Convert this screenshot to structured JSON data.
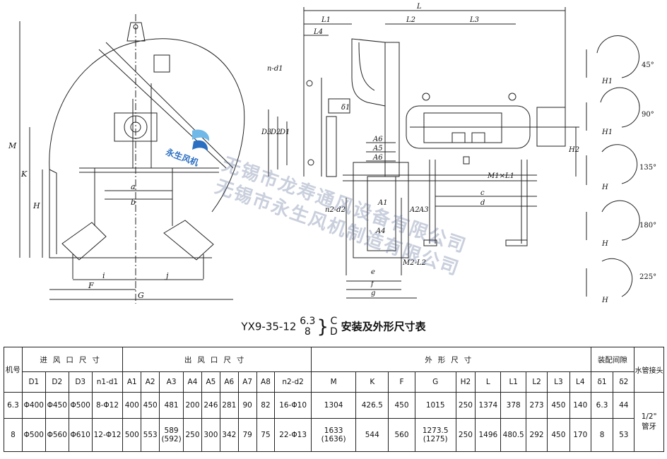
{
  "drawing": {
    "front_labels": [
      "M",
      "K",
      "H",
      "a",
      "b",
      "i",
      "j",
      "F",
      "G"
    ],
    "side_labels": [
      "L",
      "L1",
      "L2",
      "L3",
      "L4",
      "n-d1",
      "δ1",
      "D3",
      "D2",
      "D1",
      "A6",
      "A5",
      "A6",
      "M1×L1",
      "H2",
      "c",
      "d",
      "n2-d2",
      "A1",
      "A2",
      "A3",
      "A4",
      "M2-L2",
      "e",
      "f",
      "g"
    ],
    "angle_labels": [
      "45°",
      "90°",
      "135°",
      "180°",
      "225°"
    ],
    "angle_h_labels": [
      "H1",
      "H1",
      "H",
      "H",
      "H"
    ]
  },
  "watermark_lines": [
    "无锡市龙寿通风设备有限公司",
    "无锡市永生风机制造有限公司"
  ],
  "logo_text": "永生风机",
  "caption": {
    "model": "YX9-35-12",
    "num_top": "6.3",
    "num_bottom": "8",
    "let_top": "C",
    "let_bottom": "D",
    "title": "安装及外形尺寸表"
  },
  "table": {
    "group_headers": {
      "machine": "机号",
      "inlet": "进风口尺寸",
      "outlet": "出风口尺寸",
      "outline": "外形尺寸",
      "gap": "装配间隙",
      "water": "水管接头"
    },
    "columns": [
      "D1",
      "D2",
      "D3",
      "n1-d1",
      "A1",
      "A2",
      "A3",
      "A4",
      "A5",
      "A6",
      "A7",
      "A8",
      "n2-d2",
      "M",
      "K",
      "F",
      "G",
      "H2",
      "L",
      "L1",
      "L2",
      "L3",
      "L4",
      "δ1",
      "δ2"
    ],
    "rows": [
      {
        "id": "6.3",
        "cells": [
          "Φ400",
          "Φ450",
          "Φ500",
          "8-Φ12",
          "400",
          "450",
          "481",
          "200",
          "246",
          "281",
          "90",
          "82",
          "16-Φ10",
          "1304",
          "426.5",
          "450",
          "1015",
          "250",
          "1374",
          "378",
          "273",
          "450",
          "140",
          "6.3",
          "44"
        ],
        "sub": [
          "",
          "",
          "",
          "",
          "",
          "",
          "",
          "",
          "",
          "",
          "",
          "",
          "",
          "",
          "",
          "",
          "",
          "",
          "",
          "",
          "",
          "",
          "",
          "",
          ""
        ]
      },
      {
        "id": "8",
        "cells": [
          "Φ500",
          "Φ560",
          "Φ610",
          "12-Φ12",
          "500",
          "553",
          "589",
          "250",
          "300",
          "342",
          "79",
          "75",
          "22-Φ13",
          "1633",
          "544",
          "560",
          "1273.5",
          "250",
          "1496",
          "480.5",
          "292",
          "450",
          "170",
          "8",
          "53"
        ],
        "sub": [
          "",
          "",
          "",
          "",
          "",
          "",
          "(592)",
          "",
          "",
          "",
          "",
          "",
          "",
          "(1636)",
          "",
          "",
          "(1275)",
          "",
          "",
          "",
          "",
          "",
          "",
          "",
          ""
        ]
      }
    ],
    "water_value_top": "1/2\"",
    "water_value_bottom": "管牙"
  }
}
